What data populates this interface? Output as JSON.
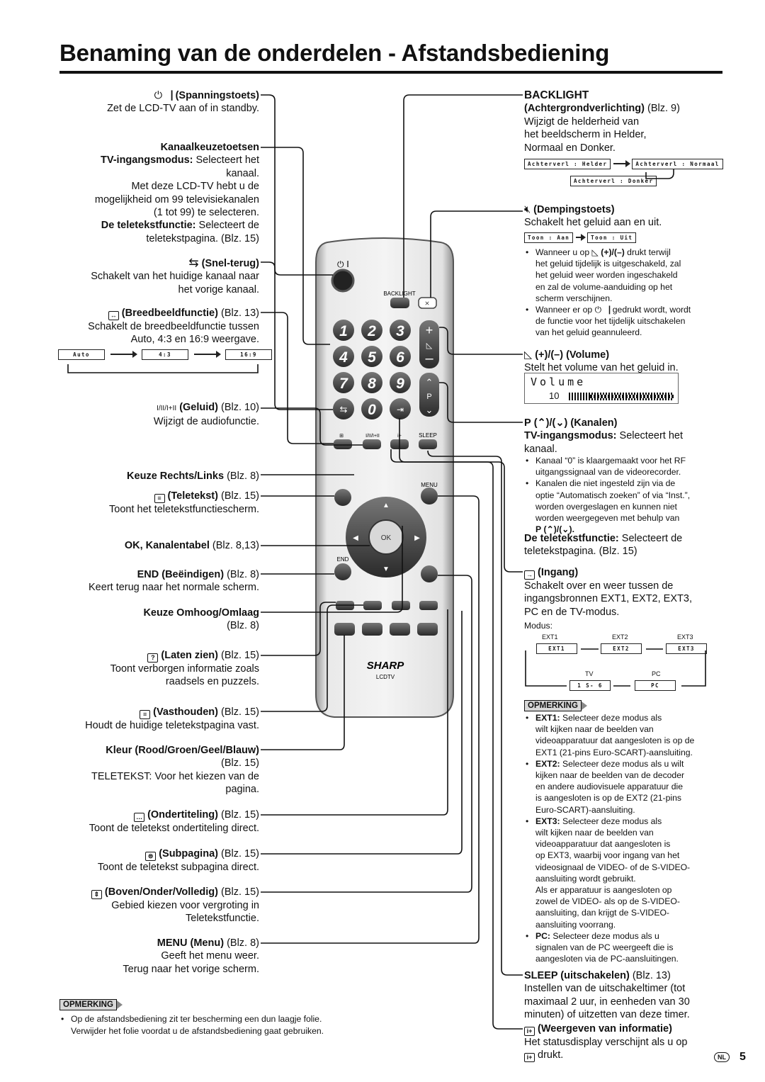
{
  "title": "Benaming van de onderdelen - Afstandsbediening",
  "left": {
    "power": {
      "label": "(Spanningstoets)",
      "desc": "Zet de LCD-TV aan of in standby."
    },
    "channel": {
      "label": "Kanaalkeuzetoetsen",
      "tv_label": "TV-ingangsmodus:",
      "tv_text": "Selecteert het",
      "tv_text2": "kanaal.",
      "l1": "Met deze LCD-TV hebt u de",
      "l2": "mogelijkheid om 99 televisiekanalen",
      "l3": "(1 tot 99) te selecteren.",
      "ttx_label": "De teletekstfunctie:",
      "ttx_text": "Selecteert de",
      "l4": "teletekstpagina. (Blz. 15)"
    },
    "flashback": {
      "label": "(Snel-terug)",
      "l1": "Schakelt van het huidige kanaal naar",
      "l2": "het vorige kanaal."
    },
    "wide": {
      "label": "(Breedbeeldfunctie)",
      "ref": "(Blz. 13)",
      "l1": "Schakelt de breedbeeldfunctie tussen",
      "l2": "Auto, 4:3 en 16:9 weergave.",
      "modes": [
        "Auto",
        "4:3",
        "16:9"
      ]
    },
    "sound": {
      "label": "(Geluid)",
      "ref": "(Blz. 10)",
      "l1": "Wijzigt de audiofunctie."
    },
    "lr": {
      "label": "Keuze Rechts/Links",
      "ref": "(Blz. 8)"
    },
    "teletext": {
      "label": "(Teletekst)",
      "ref": "(Blz. 15)",
      "l1": "Toont het teletekstfunctiescherm."
    },
    "ok": {
      "label": "OK, Kanalentabel",
      "ref": "(Blz. 8,13)"
    },
    "end": {
      "label": "END (Beëindigen)",
      "ref": "(Blz. 8)",
      "l1": "Keert terug naar het normale scherm."
    },
    "ud": {
      "label": "Keuze Omhoog/Omlaag",
      "ref": "(Blz. 8)"
    },
    "reveal": {
      "label": "(Laten zien)",
      "ref": "(Blz. 15)",
      "l1": "Toont verborgen informatie zoals",
      "l2": "raadsels en puzzels."
    },
    "hold": {
      "label": "(Vasthouden)",
      "ref": "(Blz. 15)",
      "l1": "Houdt de huidige teletekstpagina vast."
    },
    "color": {
      "label": "Kleur (Rood/Groen/Geel/Blauw)",
      "ref": "(Blz. 15)",
      "l1": "TELETEKST: Voor het kiezen van de",
      "l2": "pagina."
    },
    "subtitle": {
      "label": "(Ondertiteling)",
      "ref": "(Blz. 15)",
      "l1": "Toont de teletekst ondertiteling direct."
    },
    "subpage": {
      "label": "(Subpagina)",
      "ref": "(Blz. 15)",
      "l1": "Toont de teletekst subpagina direct."
    },
    "size": {
      "label": "(Boven/Onder/Volledig)",
      "ref": "(Blz. 15)",
      "l1": "Gebied kiezen voor vergroting in",
      "l2": "Teletekstfunctie."
    },
    "menu": {
      "label": "MENU (Menu)",
      "ref": "(Blz. 8)",
      "l1": "Geeft het menu weer.",
      "l2": "Terug naar het vorige scherm."
    },
    "note": {
      "tag": "OPMERKING",
      "l1": "Op de afstandsbediening zit ter bescherming een dun laagje folie.",
      "l2": "Verwijder het folie voordat u de afstandsbediening gaat gebruiken."
    }
  },
  "right": {
    "backlight": {
      "label": "BACKLIGHT",
      "sub": "(Achtergrondverlichting)",
      "ref": "(Blz. 9)",
      "l1": "Wijzigt de helderheid van",
      "l2": "het beeldscherm in Helder,",
      "l3": "Normaal en Donker.",
      "modes": [
        "Achterverl : Helder",
        "Achterverl : Normaal",
        "Achterverl : Donker"
      ]
    },
    "mute": {
      "label": "(Dempingstoets)",
      "l1": "Schakelt het geluid aan en uit.",
      "modes": [
        "Toon : Aan",
        "Toon : Uit"
      ],
      "b1a": "Wanneer u op",
      "b1b": "(+)/(–)",
      "b1c": "drukt terwijl",
      "b1d": "het geluid tijdelijk is uitgeschakeld, zal",
      "b1e": "het geluid weer worden ingeschakeld",
      "b1f": "en zal de volume-aanduiding op het",
      "b1g": "scherm verschijnen.",
      "b2a": "Wanneer er op",
      "b2b": "gedrukt wordt, wordt",
      "b2c": "de functie voor het tijdelijk uitschakelen",
      "b2d": "van het geluid geannuleerd."
    },
    "volume": {
      "label": "(+)/(–) (Volume)",
      "l1": "Stelt het volume van het geluid in.",
      "osd_title": "Volume",
      "osd_value": "10"
    },
    "channels": {
      "label": "P",
      "label2": "(Kanalen)",
      "tv_label": "TV-ingangsmodus:",
      "tv_text": "Selecteert het",
      "tv_text2": "kanaal.",
      "b1a": "Kanaal “0” is klaargemaakt voor het RF",
      "b1b": "uitgangssignaal van de videorecorder.",
      "b2a": "Kanalen die niet ingesteld zijn via de",
      "b2b": "optie “Automatisch zoeken” of via “Inst.”,",
      "b2c": "worden overgeslagen en kunnen niet",
      "b2d": "worden weergegeven met behulp van",
      "b2e": "P",
      "ttx_label": "De teletekstfunctie:",
      "ttx_text": "Selecteert de",
      "ttx_text2": "teletekstpagina. (Blz. 15)"
    },
    "input": {
      "label": "(Ingang)",
      "l1": "Schakelt over en weer tussen de",
      "l2": "ingangsbronnen EXT1, EXT2, EXT3,",
      "l3": "PC en de TV-modus.",
      "modus": "Modus:",
      "top_labels": [
        "EXT1",
        "EXT2",
        "EXT3"
      ],
      "top_boxes": [
        "EXT1",
        "EXT2",
        "EXT3"
      ],
      "bot_labels": [
        "TV",
        "PC"
      ],
      "bot_boxes": [
        "1 S- 6",
        "PC"
      ]
    },
    "note": {
      "tag": "OPMERKING",
      "ext1_b": "EXT1:",
      "ext1": [
        "Selecteer deze modus als",
        "wilt kijken naar de beelden van",
        "videoapparatuur dat aangesloten is op de",
        "EXT1 (21-pins Euro-SCART)-aansluiting."
      ],
      "ext2_b": "EXT2:",
      "ext2": [
        "Selecteer deze modus als u wilt",
        "kijken naar de beelden van de decoder",
        "en andere audiovisuele apparatuur die",
        "is aangesloten is op de EXT2 (21-pins",
        "Euro-SCART)-aansluiting."
      ],
      "ext3_b": "EXT3:",
      "ext3": [
        "Selecteer deze modus als",
        "wilt kijken naar de beelden van",
        "videoapparatuur dat aangesloten is",
        "op EXT3, waarbij voor ingang van het",
        "videosignaal de VIDEO- of de S-VIDEO-",
        "aansluiting wordt gebruikt.",
        "Als er apparatuur is aangesloten op",
        "zowel de VIDEO- als op de S-VIDEO-",
        "aansluiting, dan krijgt de S-VIDEO-",
        "aansluiting voorrang."
      ],
      "pc_b": "PC:",
      "pc": [
        "Selecteer deze modus als u",
        "signalen van de PC weergeeft die is",
        "aangesloten via de PC-aansluitingen."
      ]
    },
    "sleep": {
      "label": "SLEEP (uitschakelen)",
      "ref": "(Blz. 13)",
      "l1": "Instellen van de uitschakeltimer (tot",
      "l2": "maximaal 2 uur, in eenheden van 30",
      "l3": "minuten) of uitzetten van deze timer."
    },
    "info": {
      "label": "(Weergeven van informatie)",
      "l1": "Het statusdisplay verschijnt als u op",
      "l2": "drukt."
    }
  },
  "remote": {
    "brand": "SHARP",
    "model": "LCDTV",
    "backlight": "BACKLIGHT",
    "menu": "MENU",
    "end": "END",
    "ok": "OK",
    "sleep": "SLEEP",
    "p": "P",
    "digits": [
      "1",
      "2",
      "3",
      "4",
      "5",
      "6",
      "7",
      "8",
      "9",
      "0"
    ]
  },
  "page": {
    "lang": "NL",
    "number": "5"
  }
}
